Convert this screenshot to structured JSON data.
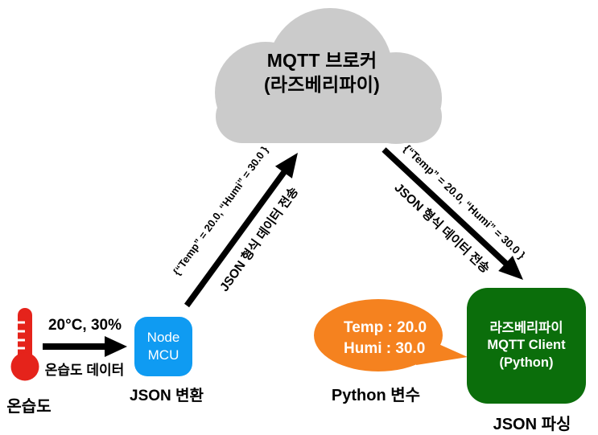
{
  "colors": {
    "cloud": "#CBCBCB",
    "arrow": "#000000",
    "thermometer": "#E5231B",
    "nodemcu": "#0F9BF2",
    "bubble": "#F5821F",
    "raspi": "#0B6E0B"
  },
  "cloud": {
    "line1": "MQTT 브로커",
    "line2": "(라즈베리파이)"
  },
  "publish_arrow": {
    "json_label": "{“Temp” = 20.0, “Humi” = 30.0 }",
    "transfer_label": "JSON 형식 데이터 전송"
  },
  "subscribe_arrow": {
    "json_label": "{“Temp” = 20.0, “Humi” = 30.0 }",
    "transfer_label": "JSON 형식 데이터 전송"
  },
  "sensor": {
    "reading": "20°C, 30%",
    "data_label": "온습도 데이터",
    "name": "온습도"
  },
  "nodemcu": {
    "line1": "Node",
    "line2": "MCU",
    "caption": "JSON 변환"
  },
  "python_bubble": {
    "line1": "Temp : 20.0",
    "line2": "Humi : 30.0",
    "caption": "Python 변수"
  },
  "raspi_client": {
    "line1": "라즈베리파이",
    "line2": "MQTT Client",
    "line3": "(Python)",
    "caption": "JSON 파싱"
  }
}
